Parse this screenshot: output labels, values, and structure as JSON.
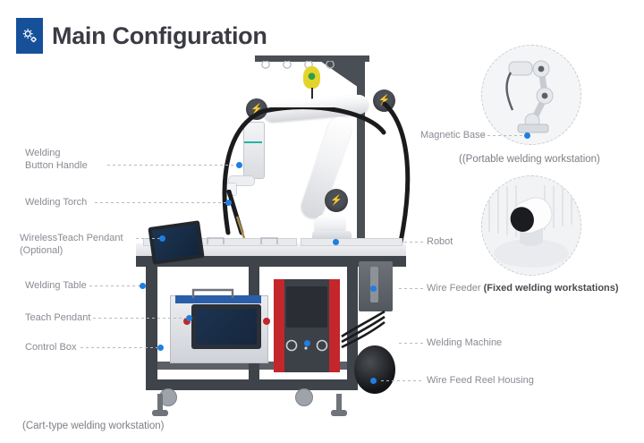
{
  "header": {
    "title": "Main Configuration",
    "icon": "gears-icon",
    "icon_bg": "#16509b",
    "title_color": "#3b3b44"
  },
  "theme": {
    "accent_dot": "#1f7fe0",
    "label_color": "#8a8a93",
    "leader_color": "#b9b9c0",
    "background": "#ffffff",
    "machine_red": "#c3262b",
    "machine_dark": "#3f434a"
  },
  "labels": {
    "left": [
      {
        "id": "welding-button-handle",
        "line1": "Welding",
        "line2": "Button Handle"
      },
      {
        "id": "welding-torch",
        "line1": "Welding Torch",
        "line2": ""
      },
      {
        "id": "wireless-teach-pendant",
        "line1": "WirelessTeach Pendant",
        "line2": "(Optional)"
      },
      {
        "id": "welding-table",
        "line1": "Welding Table",
        "line2": ""
      },
      {
        "id": "teach-pendant",
        "line1": "Teach Pendant",
        "line2": ""
      },
      {
        "id": "control-box",
        "line1": "Control Box",
        "line2": ""
      }
    ],
    "right": [
      {
        "id": "magnetic-base",
        "text": "Magnetic Base",
        "strong": ""
      },
      {
        "id": "robot",
        "text": "Robot",
        "strong": ""
      },
      {
        "id": "wire-feeder",
        "text": "Wire Feeder ",
        "strong": "(Fixed welding workstations)"
      },
      {
        "id": "welding-machine",
        "text": "Welding Machine",
        "strong": ""
      },
      {
        "id": "wire-feed-reel-housing",
        "text": "Wire Feed Reel Housing",
        "strong": ""
      }
    ]
  },
  "captions": {
    "portable": "((Portable welding workstation)",
    "cart": "(Cart-type welding workstation)"
  },
  "insets": [
    {
      "id": "portable-workstation-inset",
      "alt": "portable-robot-arm-photo"
    },
    {
      "id": "fixed-workstation-inset",
      "alt": "wire-feeder-photo"
    }
  ]
}
